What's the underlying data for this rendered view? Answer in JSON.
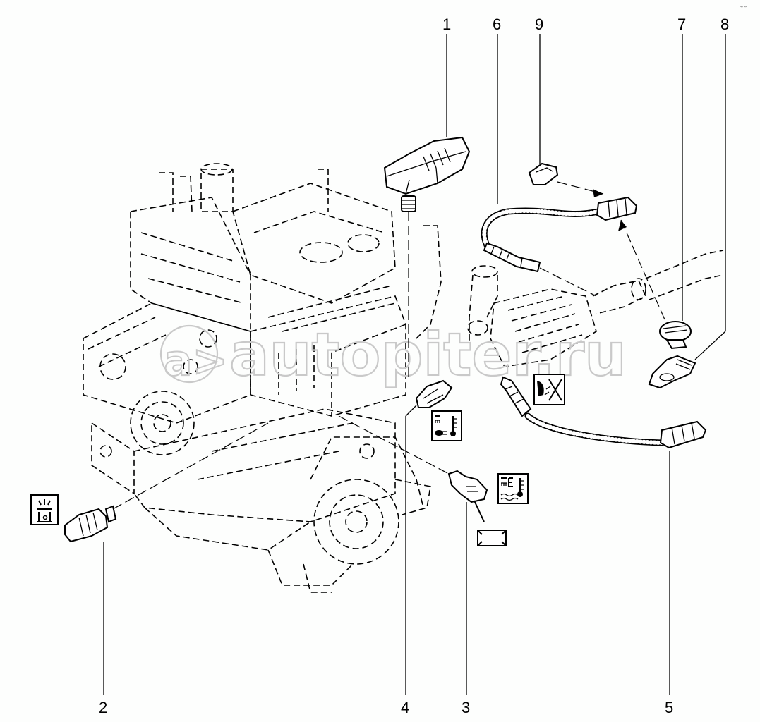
{
  "diagram": {
    "title": "Engine sensors exploded view",
    "watermark": "autopiter.ru",
    "watermark_logo": "a>",
    "corner_mark": "⌁⌁",
    "callouts": [
      {
        "id": "1",
        "label": "1",
        "part": "manifold-pressure-sensor"
      },
      {
        "id": "2",
        "label": "2",
        "part": "oil-pressure-switch"
      },
      {
        "id": "3",
        "label": "3",
        "part": "coolant-temperature-sensor"
      },
      {
        "id": "4",
        "label": "4",
        "part": "air-temperature-sensor"
      },
      {
        "id": "5",
        "label": "5",
        "part": "downstream-oxygen-sensor"
      },
      {
        "id": "6",
        "label": "6",
        "part": "upstream-oxygen-sensor"
      },
      {
        "id": "7",
        "label": "7",
        "part": "connector-grommet"
      },
      {
        "id": "8",
        "label": "8",
        "part": "connector-bracket"
      },
      {
        "id": "9",
        "label": "9",
        "part": "connector-clip"
      }
    ],
    "symbols": [
      {
        "name": "oil-pressure-symbol"
      },
      {
        "name": "air-temperature-symbol"
      },
      {
        "name": "coolant-temperature-symbol"
      },
      {
        "name": "oxygen-sensor-symbol"
      },
      {
        "name": "connector-symbol"
      }
    ]
  }
}
